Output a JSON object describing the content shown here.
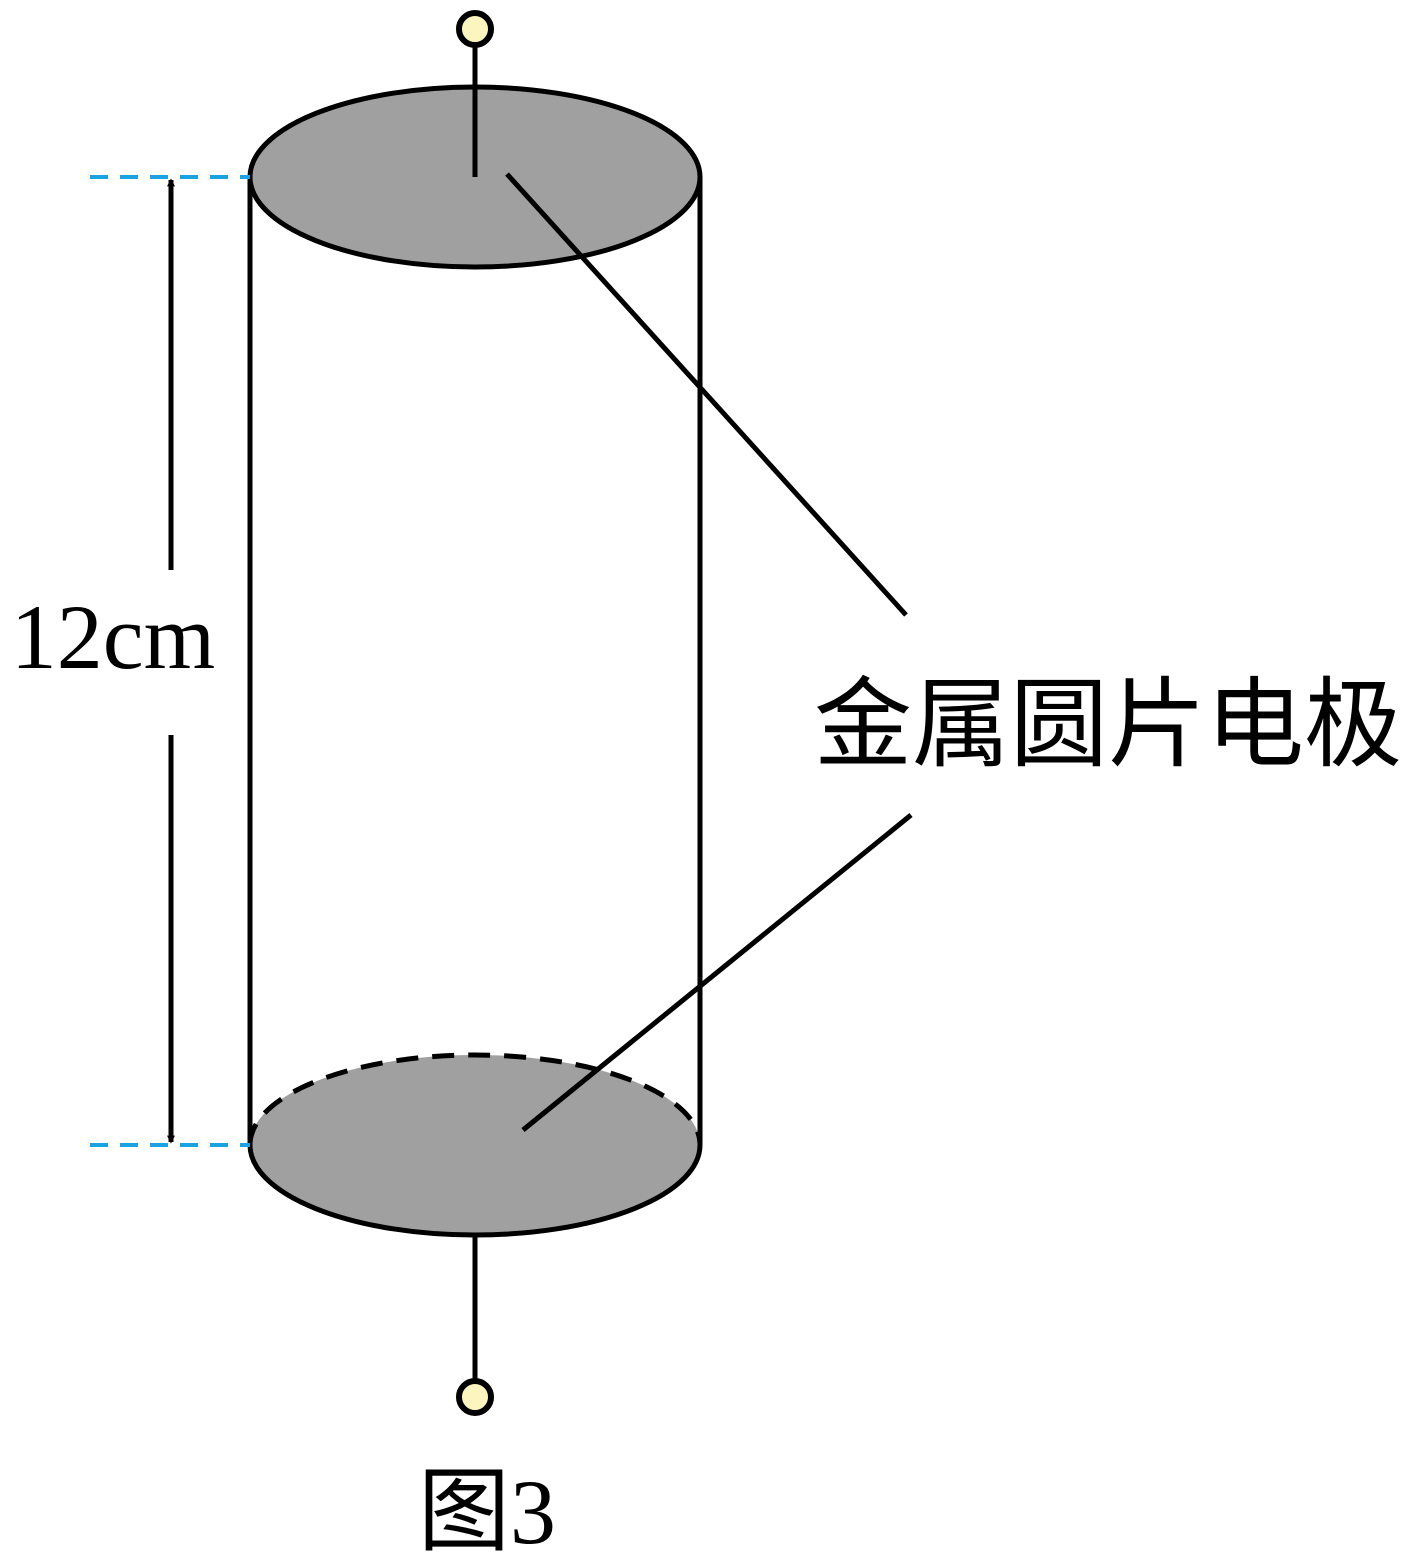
{
  "labels": {
    "height": "12cm",
    "electrode": "金属圆片电极",
    "caption": "图3"
  },
  "colors": {
    "stroke": "#000000",
    "electrode_fill": "#a0a0a0",
    "terminal_fill": "#fdf5c0",
    "dimension_guide": "#1aa3e0"
  }
}
